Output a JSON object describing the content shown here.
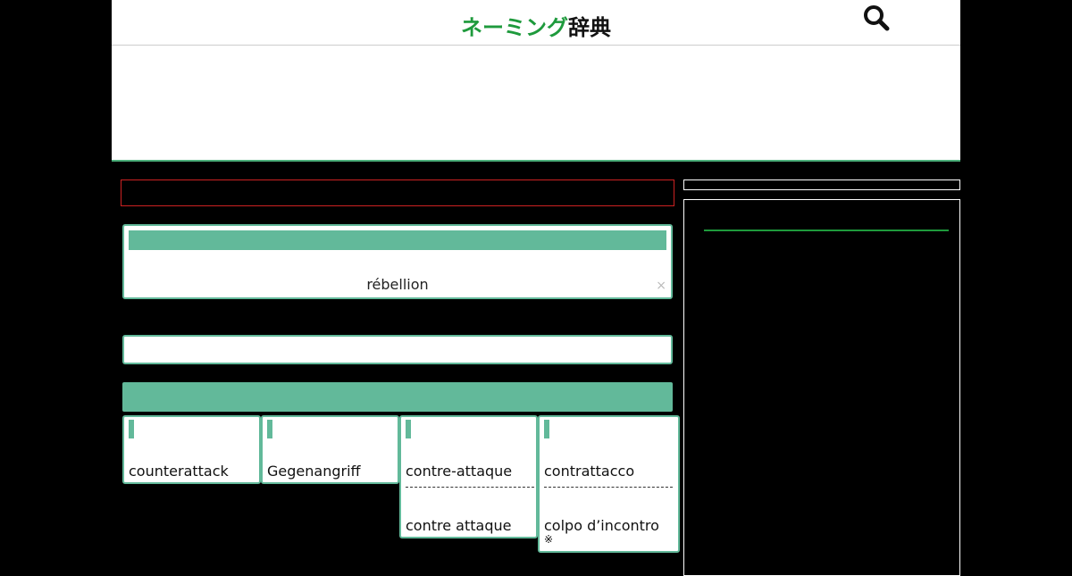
{
  "header": {
    "logo_green": "ネーミング",
    "logo_dark": "辞典",
    "search_icon": "search-icon"
  },
  "colors": {
    "accent": "#62b99a",
    "brand_green": "#1e9a3c",
    "notice_border": "#cc2222"
  },
  "word_card": {
    "word": "rébellion",
    "close_icon": "×"
  },
  "translations": [
    {
      "words": [
        "counterattack"
      ]
    },
    {
      "words": [
        "Gegenangriff"
      ]
    },
    {
      "words": [
        "contre-attaque",
        "contre attaque"
      ]
    },
    {
      "words": [
        "contrattacco",
        "colpo d’incontro"
      ],
      "note": "※"
    }
  ]
}
